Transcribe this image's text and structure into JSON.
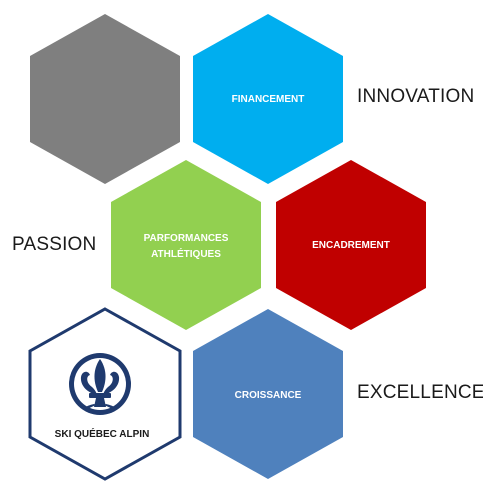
{
  "hexagons": [
    {
      "id": "gray",
      "label": "",
      "fill": "#7f7f7f"
    },
    {
      "id": "financement",
      "label": "FINANCEMENT",
      "fill": "#00aeef"
    },
    {
      "id": "performances",
      "label_line1": "PARFORMANCES",
      "label_line2": "ATHLÉTIQUES",
      "fill": "#92d050"
    },
    {
      "id": "encadrement",
      "label": "ENCADREMENT",
      "fill": "#c00000"
    },
    {
      "id": "logo",
      "label": "SKI QUÉBEC ALPIN",
      "fill": "#ffffff",
      "stroke": "#1f3a6e"
    },
    {
      "id": "croissance",
      "label": "CROISSANCE",
      "fill": "#4f81bd"
    }
  ],
  "words": {
    "innovation": "INNOVATION",
    "passion": "PASSION",
    "excellence": "EXCELLENCE"
  },
  "logo": {
    "text": "SKI QUÉBEC ALPIN",
    "icon": "fleur-de-lis-icon",
    "primary_color": "#1f3a6e"
  }
}
